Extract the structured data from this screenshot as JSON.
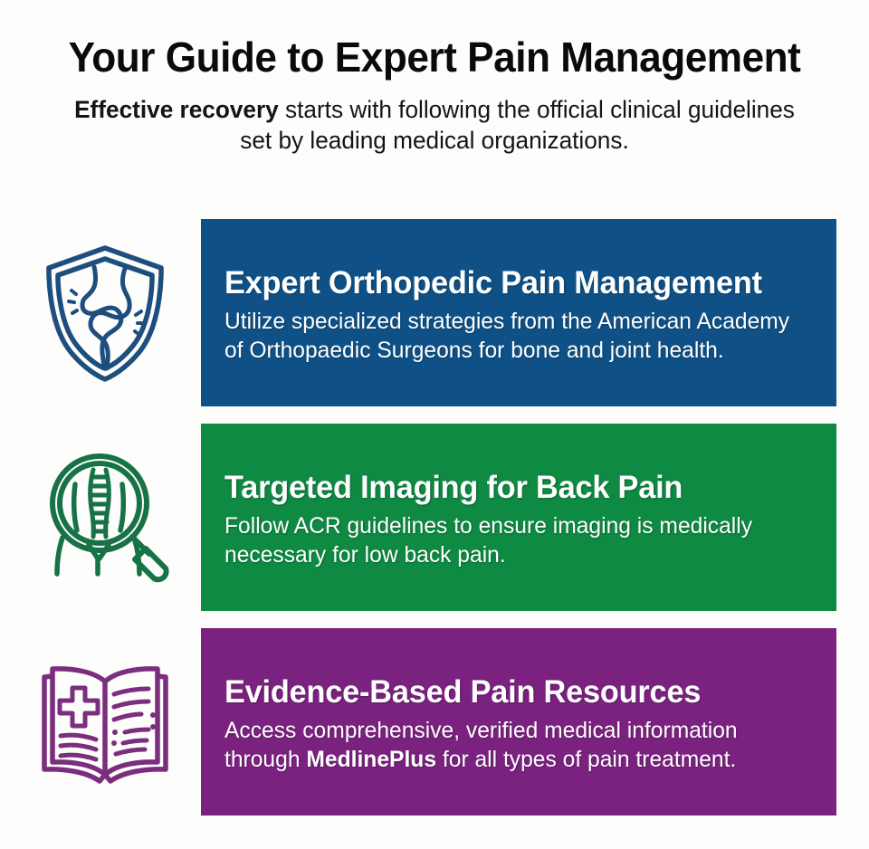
{
  "header": {
    "title": "Your Guide to Expert Pain Management",
    "subtitle_bold": "Effective recovery",
    "subtitle_rest": " starts with following the official clinical guidelines set by leading medical organizations."
  },
  "colors": {
    "background": "#fdfdfb",
    "title_text": "#0a0a0a",
    "card_blue": "#0f5186",
    "card_green": "#0e8a43",
    "card_purple": "#7b2280",
    "icon_blue": "#1d4e7e",
    "icon_green": "#177245",
    "icon_purple": "#7b2d7e",
    "card_text": "#ffffff"
  },
  "cards": [
    {
      "icon": "shield-bone-joint-icon",
      "icon_color": "#1d4e7e",
      "panel_color": "#0f5186",
      "title": "Expert Orthopedic Pain Management",
      "desc_part1": "Utilize specialized strategies from the American Academy of Orthopaedic Surgeons for bone and joint health.",
      "desc_bold": "",
      "desc_part2": ""
    },
    {
      "icon": "magnifier-spine-icon",
      "icon_color": "#177245",
      "panel_color": "#0e8a43",
      "title": "Targeted Imaging for Back Pain",
      "desc_part1": "Follow ACR guidelines to ensure imaging is medically necessary for low back pain.",
      "desc_bold": "",
      "desc_part2": ""
    },
    {
      "icon": "open-book-medical-cross-icon",
      "icon_color": "#7b2d7e",
      "panel_color": "#7b2280",
      "title": "Evidence-Based Pain Resources",
      "desc_part1": "Access comprehensive, verified medical information through ",
      "desc_bold": "MedlinePlus",
      "desc_part2": " for all types of pain treatment."
    }
  ]
}
